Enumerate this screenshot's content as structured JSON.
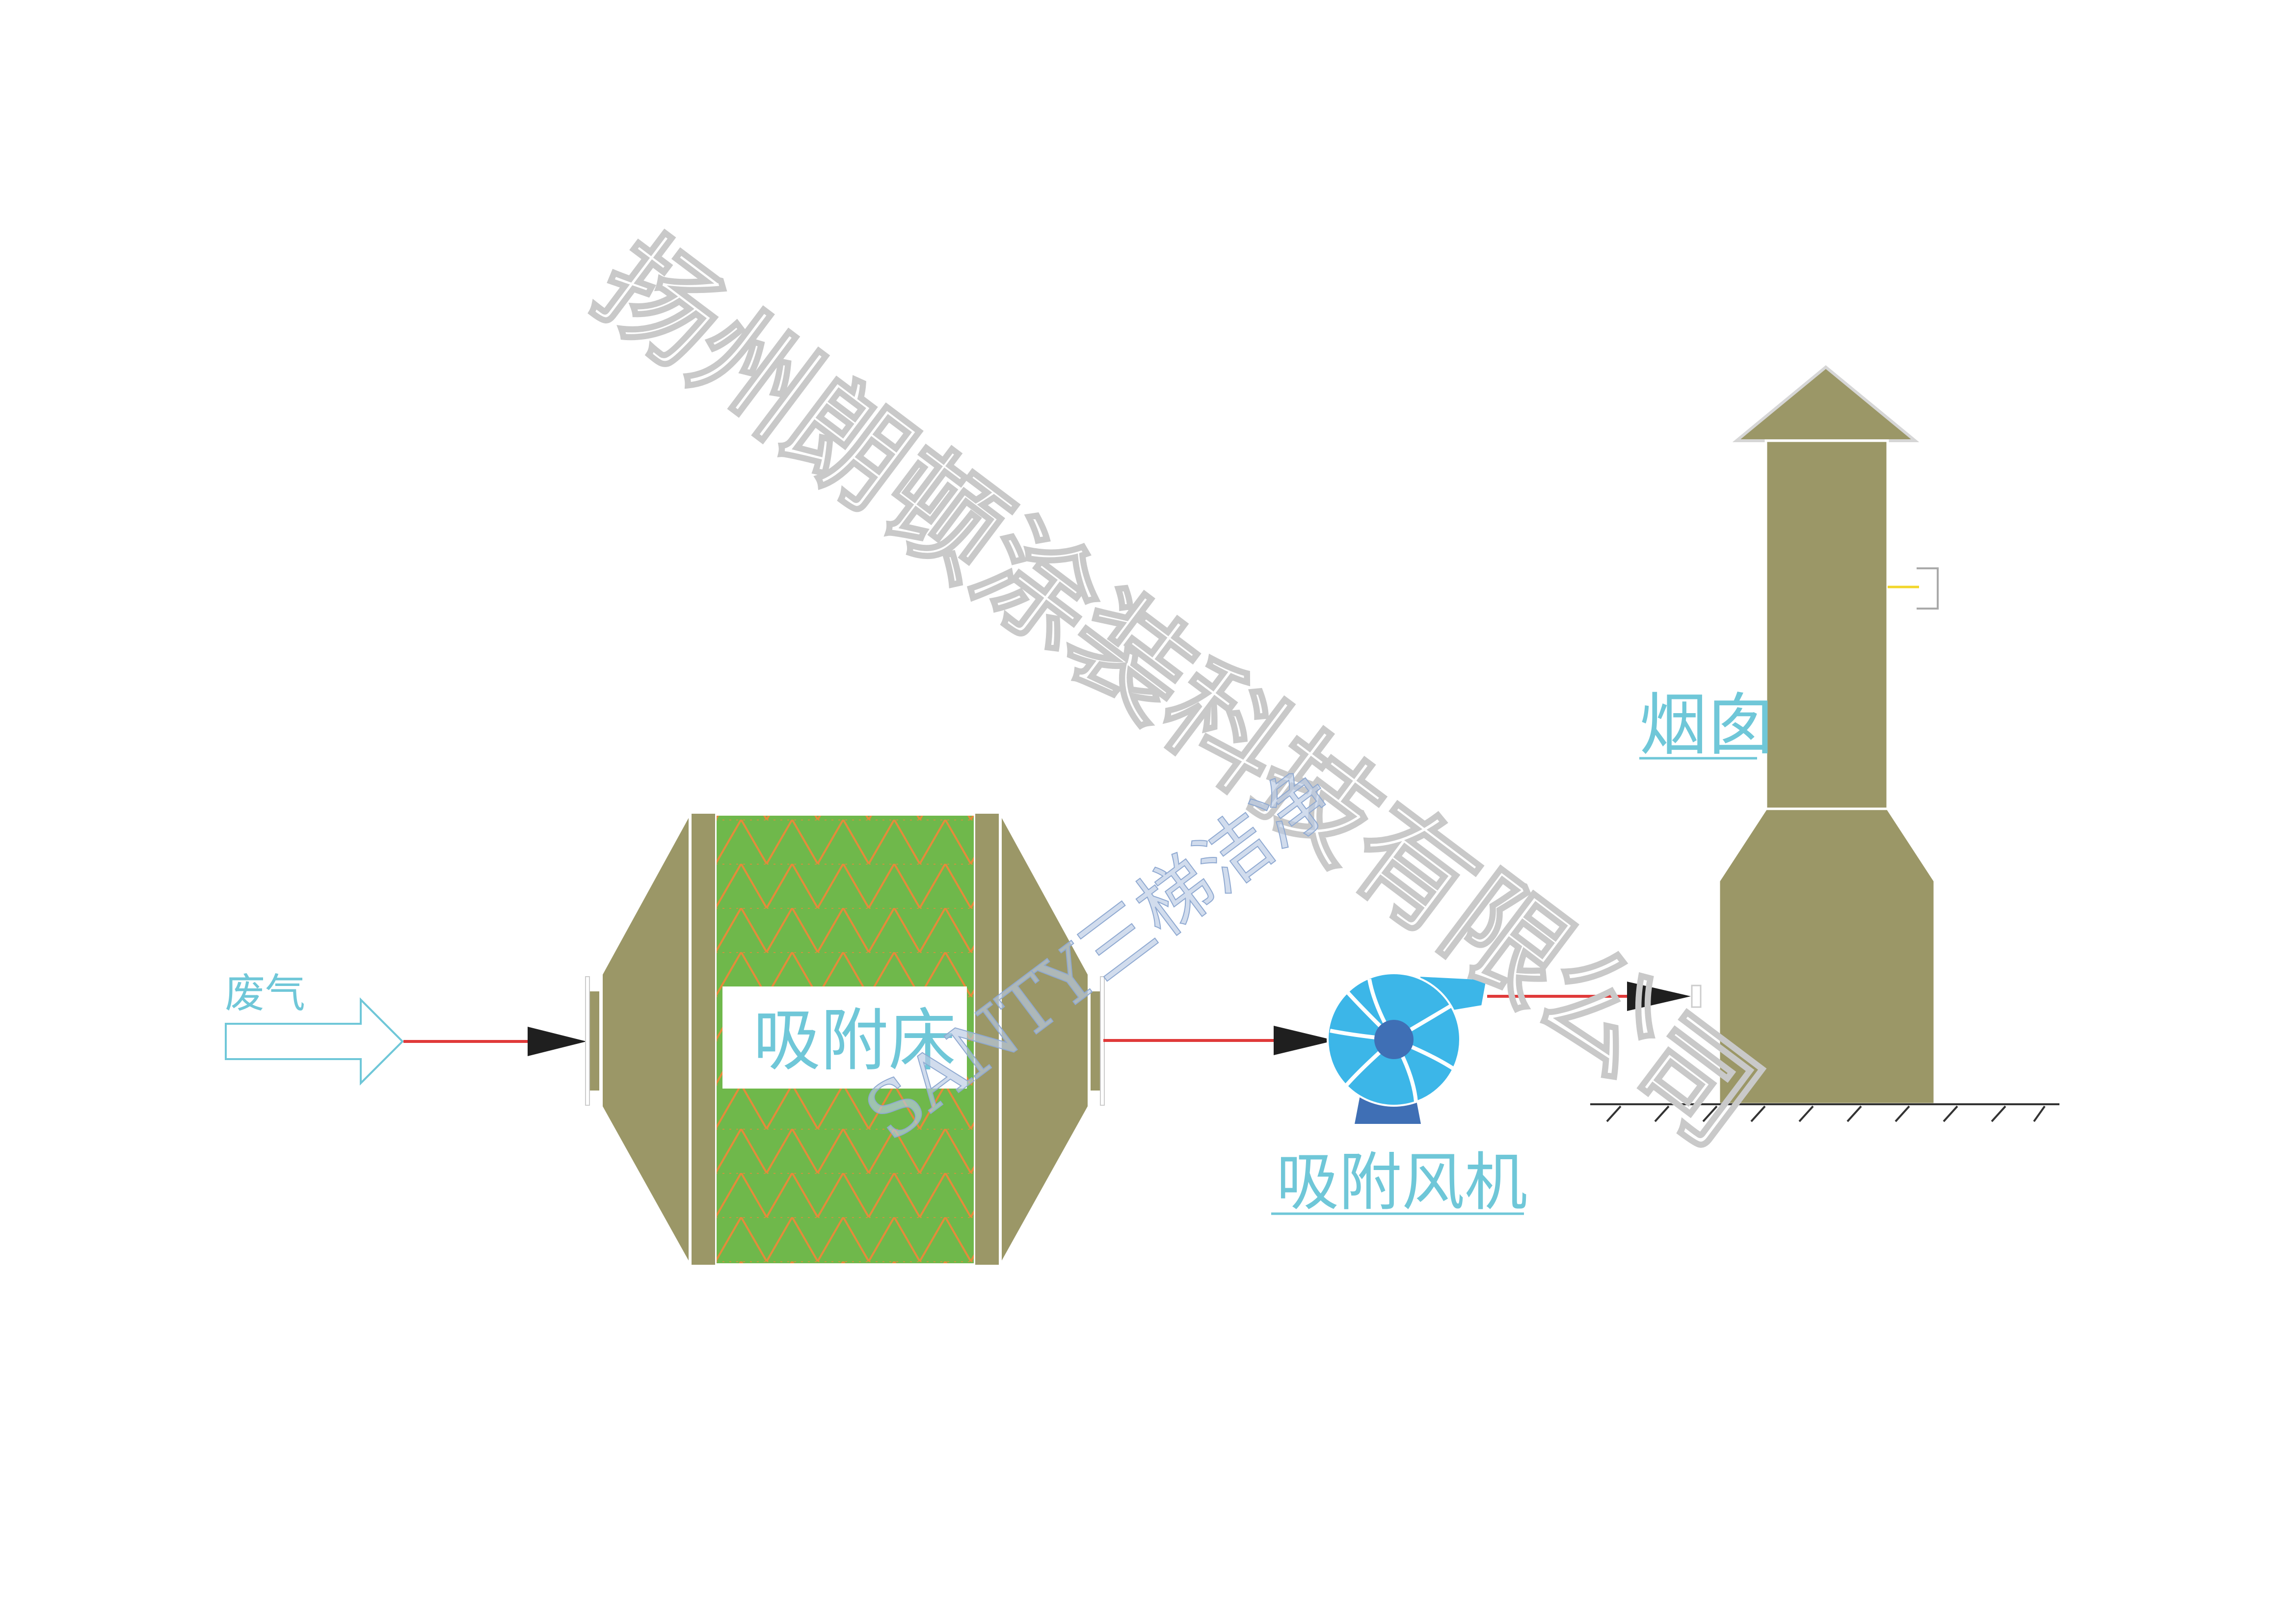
{
  "labels": {
    "waste_gas": "废气",
    "adsorption_bed": "吸附床",
    "adsorption_fan": "吸附风机",
    "chimney": "烟囱"
  },
  "watermark": {
    "company": "扬州朗顿涂装科技有限公司",
    "brand": "SANTY三梯洁净"
  },
  "colors": {
    "vessel": "#9b9767",
    "bed_fill": "#6fb84b",
    "bed_mesh": "#e58a3a",
    "pipe": "#e03a3a",
    "arrowhead": "#1f1f1f",
    "fan_body": "#3cb6e8",
    "fan_hub": "#3f6fb5",
    "label_text": "#6fc7d8",
    "inlet_arrow": "#6fc7d8",
    "ground_line": "#333333"
  }
}
